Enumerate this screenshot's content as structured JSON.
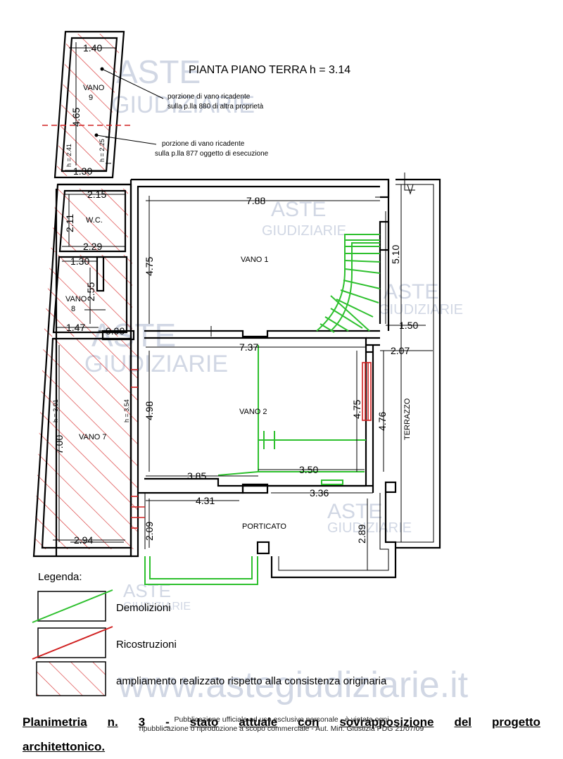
{
  "title": "PIANTA PIANO TERRA h = 3.14",
  "rooms": {
    "vano9": "VANO\n9",
    "wc": "W.C.",
    "vano8": "VANO\n8",
    "vano7": "VANO 7",
    "vano1": "VANO 1",
    "vano2": "VANO 2",
    "porticato": "PORTICATO",
    "terrazzo": "TERRAZZO"
  },
  "notes": {
    "note1_line1": "porzione di vano ricadente",
    "note1_line2": "sulla p.lla 880 di altra proprietà",
    "note2_line1": "porzione di vano ricadente",
    "note2_line2": "sulla p.lla 877 oggetto di esecuzione"
  },
  "dimensions": {
    "d_1_40": "1.40",
    "d_4_65": "4.65",
    "d_h241": "h = 2.41",
    "d_h225": "h = 2.25",
    "d_1_30a": "1.30",
    "d_2_15": "2.15",
    "d_2_11": "2.11",
    "d_2_29": "2.29",
    "d_1_30b": "1.30",
    "d_2_55": "2.55",
    "d_1_47": "1.47",
    "d_0_90": "0.90",
    "d_h301": "h = 3.01",
    "d_7_00": "7.00",
    "d_h354": "h = 3.54",
    "d_2_94": "2.94",
    "d_7_88": "7.88",
    "d_4_75a": "4.75",
    "d_5_10": "5.10",
    "d_1_50": "1.50",
    "d_7_37": "7.37",
    "d_2_07": "2.07",
    "d_4_98": "4.98",
    "d_4_75b": "4.75",
    "d_4_76": "4.76",
    "d_3_85": "3.85",
    "d_3_50": "3.50",
    "d_4_31": "4.31",
    "d_3_36": "3.36",
    "d_2_09": "2.09",
    "d_2_89": "2.89"
  },
  "legend": {
    "title": "Legenda:",
    "demolizioni": "Demolizioni",
    "ricostruzioni": "Ricostruzioni",
    "ampliamento": "ampliamento realizzato rispetto alla consistenza originaria"
  },
  "watermark": {
    "aste": "ASTE",
    "giudiziarie": "GIUDIZIARIE",
    "site": "www.astegiudiziarie.it"
  },
  "notice": {
    "line1": "Pubblicazione ufficiale ad uso esclusivo personale - è vietata ogni",
    "line2": "ripubblicazione o riproduzione a scopo commerciale - Aut. Min. Giustizia PDG 21/07/09"
  },
  "caption": {
    "w1": "Planimetria",
    "w2": "n.",
    "w3": "3",
    "w4": "-",
    "w5": "stato",
    "w6": "attuale",
    "w7": "con",
    "w8": "sovrapposizione",
    "w9": "del",
    "w10": "progetto",
    "line2": "architettonico."
  },
  "colors": {
    "demolition": "#2ec02e",
    "reconstruction": "#d02020",
    "extension_hatch": "#d83030",
    "watermark": "#b9c3d6"
  }
}
